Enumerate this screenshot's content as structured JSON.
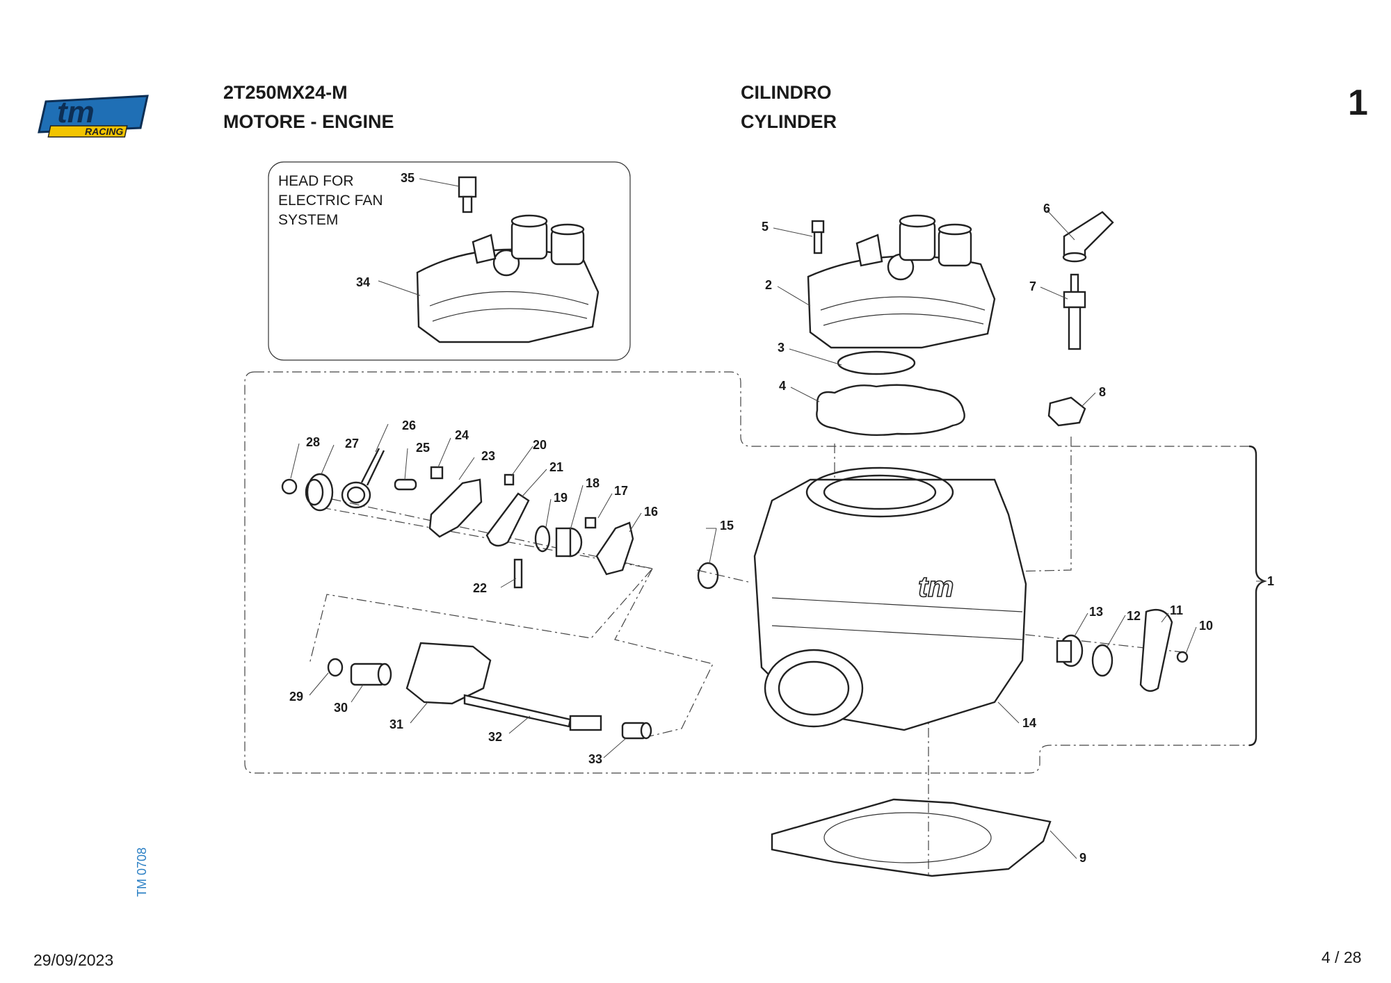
{
  "header": {
    "model_code": "2T250MX24-M",
    "group_name": "MOTORE - ENGINE",
    "section_it": "CILINDRO",
    "section_en": "CYLINDER",
    "page_table_number": "1"
  },
  "brand": {
    "logo_text": "tm",
    "logo_subtext": "RACING",
    "logo_color": "#1f6fb5",
    "logo_sub_color": "#e8b000"
  },
  "inset": {
    "note_lines": [
      "HEAD FOR",
      "ELECTRIC FAN",
      "SYSTEM"
    ]
  },
  "callouts": [
    "1",
    "2",
    "3",
    "4",
    "5",
    "6",
    "7",
    "8",
    "9",
    "10",
    "11",
    "12",
    "13",
    "14",
    "15",
    "16",
    "17",
    "18",
    "19",
    "20",
    "21",
    "22",
    "23",
    "24",
    "25",
    "26",
    "27",
    "28",
    "29",
    "30",
    "31",
    "32",
    "33",
    "34",
    "35"
  ],
  "side_code": "TM 0708",
  "footer": {
    "date": "29/09/2023",
    "page": "4 / 28"
  },
  "colors": {
    "ink": "#1a1a1a",
    "side_code": "#2a7fc4"
  }
}
